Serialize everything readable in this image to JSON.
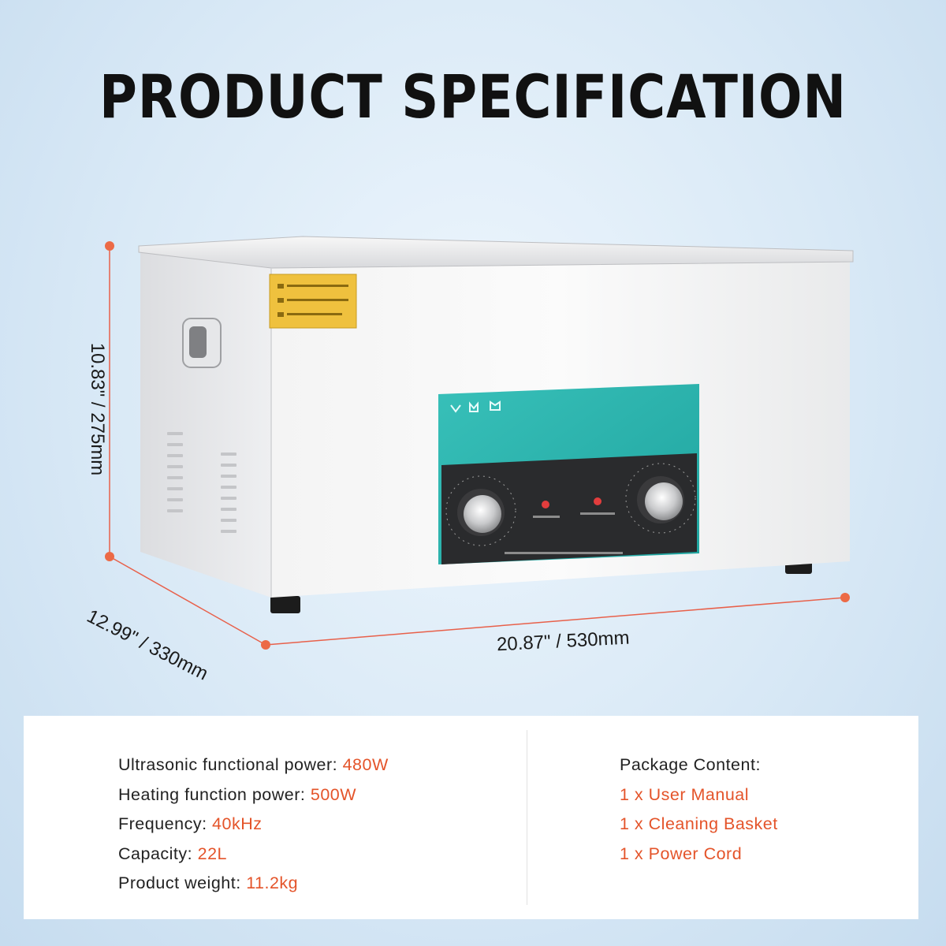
{
  "title": "PRODUCT SPECIFICATION",
  "dimensions": {
    "height": "10.83\" / 275mm",
    "depth": "12.99\" / 330mm",
    "width": "20.87\" / 530mm"
  },
  "specs": [
    {
      "label": "Ultrasonic functional power:",
      "value": "480W"
    },
    {
      "label": "Heating function power:",
      "value": "500W"
    },
    {
      "label": "Frequency:",
      "value": "40kHz"
    },
    {
      "label": "Capacity:",
      "value": "22L"
    },
    {
      "label": "Product weight:",
      "value": "11.2kg"
    }
  ],
  "package": {
    "title": "Package Content:",
    "items": [
      "1 x User Manual",
      "1 x Cleaning Basket",
      "1 x Power Cord"
    ]
  },
  "colors": {
    "accent": "#e4542a",
    "panel": "#2ab3ad"
  }
}
